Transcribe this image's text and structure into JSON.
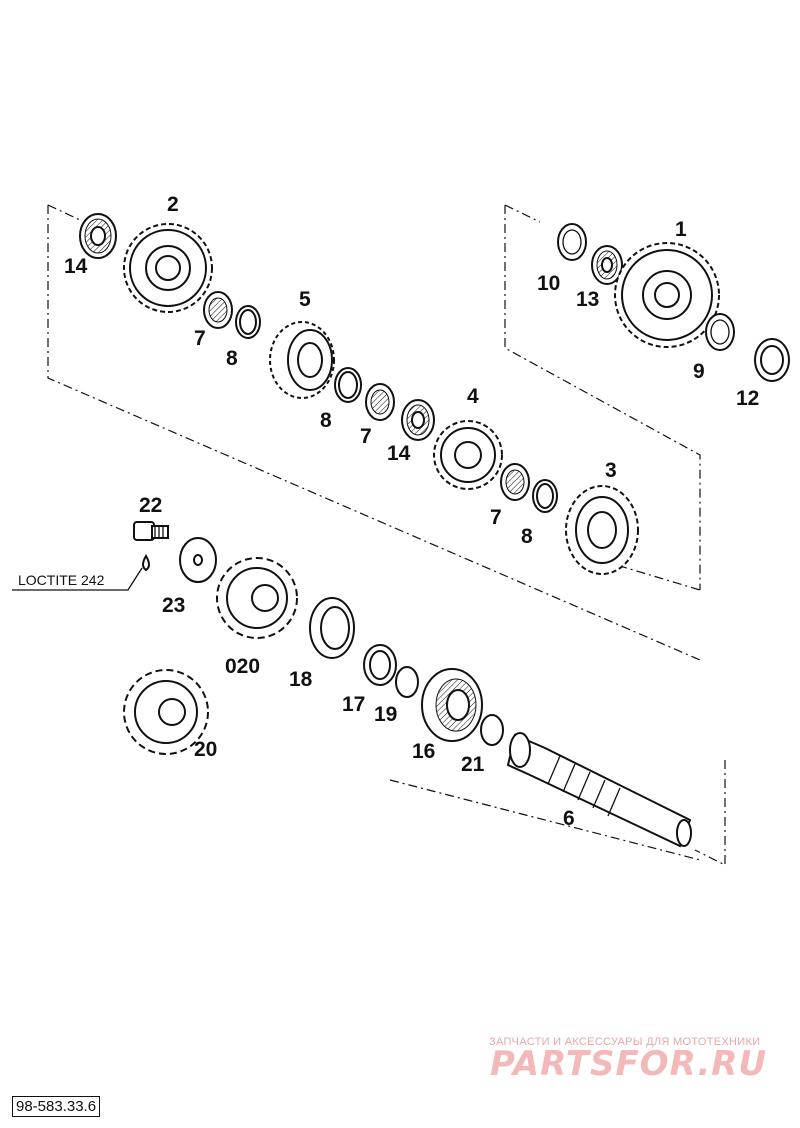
{
  "diagram": {
    "callouts": [
      "1",
      "2",
      "3",
      "4",
      "5",
      "6",
      "7",
      "7",
      "7",
      "8",
      "8",
      "8",
      "9",
      "10",
      "12",
      "13",
      "14",
      "14",
      "16",
      "17",
      "18",
      "19",
      "20",
      "020",
      "21",
      "22",
      "23"
    ],
    "note": "LOCTITE 242",
    "reference_number": "98-583.33.6"
  },
  "watermark": {
    "subtitle": "ЗАПЧАСТИ И АКСЕССУАРЫ ДЛЯ МОТОТЕХНИКИ",
    "brand": "PARTSFOR.RU",
    "color": "#f3b9b9"
  }
}
